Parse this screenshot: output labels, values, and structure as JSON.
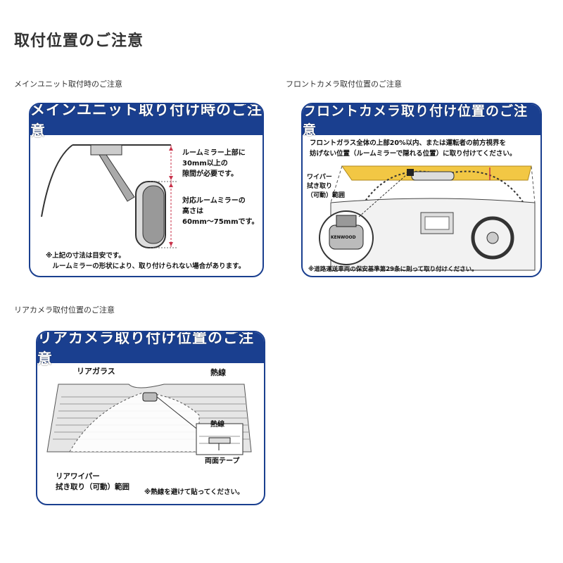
{
  "page": {
    "title": "取付位置のご注意"
  },
  "main_unit": {
    "caption": "メインユニット取付時のご注意",
    "header": "メインユニット取り付け時のご注意",
    "clearance_label": "ルームミラー上部に\n30mm以上の\n隙間が必要です。",
    "height_label": "対応ルームミラーの\n高さは\n60mm～75mmです。",
    "note": "※上記の寸法は目安です。\n　ルームミラーの形状により、取り付けられない場合があります。"
  },
  "front_camera": {
    "caption": "フロントカメラ取付位置のご注意",
    "header": "フロントカメラ取り付け位置のご注意",
    "instruction": "フロントガラス全体の上部20%以内、または運転者の前方視界を\n妨げない位置（ルームミラーで隠れる位置）に取り付けてください。",
    "wiper_label": "ワイパー\n拭き取り\n（可動）範囲",
    "camera_brand": "KENWOOD",
    "note": "※道路運送車両の保安基準第29条に則って取り付けください。"
  },
  "rear_camera": {
    "caption": "リアカメラ取付位置のご注意",
    "header": "リアカメラ取り付け位置のご注意",
    "rear_glass_label": "リアガラス",
    "heating_wire_label": "熱線",
    "detail_wire_label": "熱線",
    "tape_label": "両面テープ",
    "wiper_label": "リアワイパー\n拭き取り（可動）範囲",
    "note": "※熱線を避けて貼ってください。"
  },
  "colors": {
    "header_blue": "#1a3f8f",
    "highlight_yellow": "#f2c744",
    "dimension_red": "#c8324a"
  }
}
